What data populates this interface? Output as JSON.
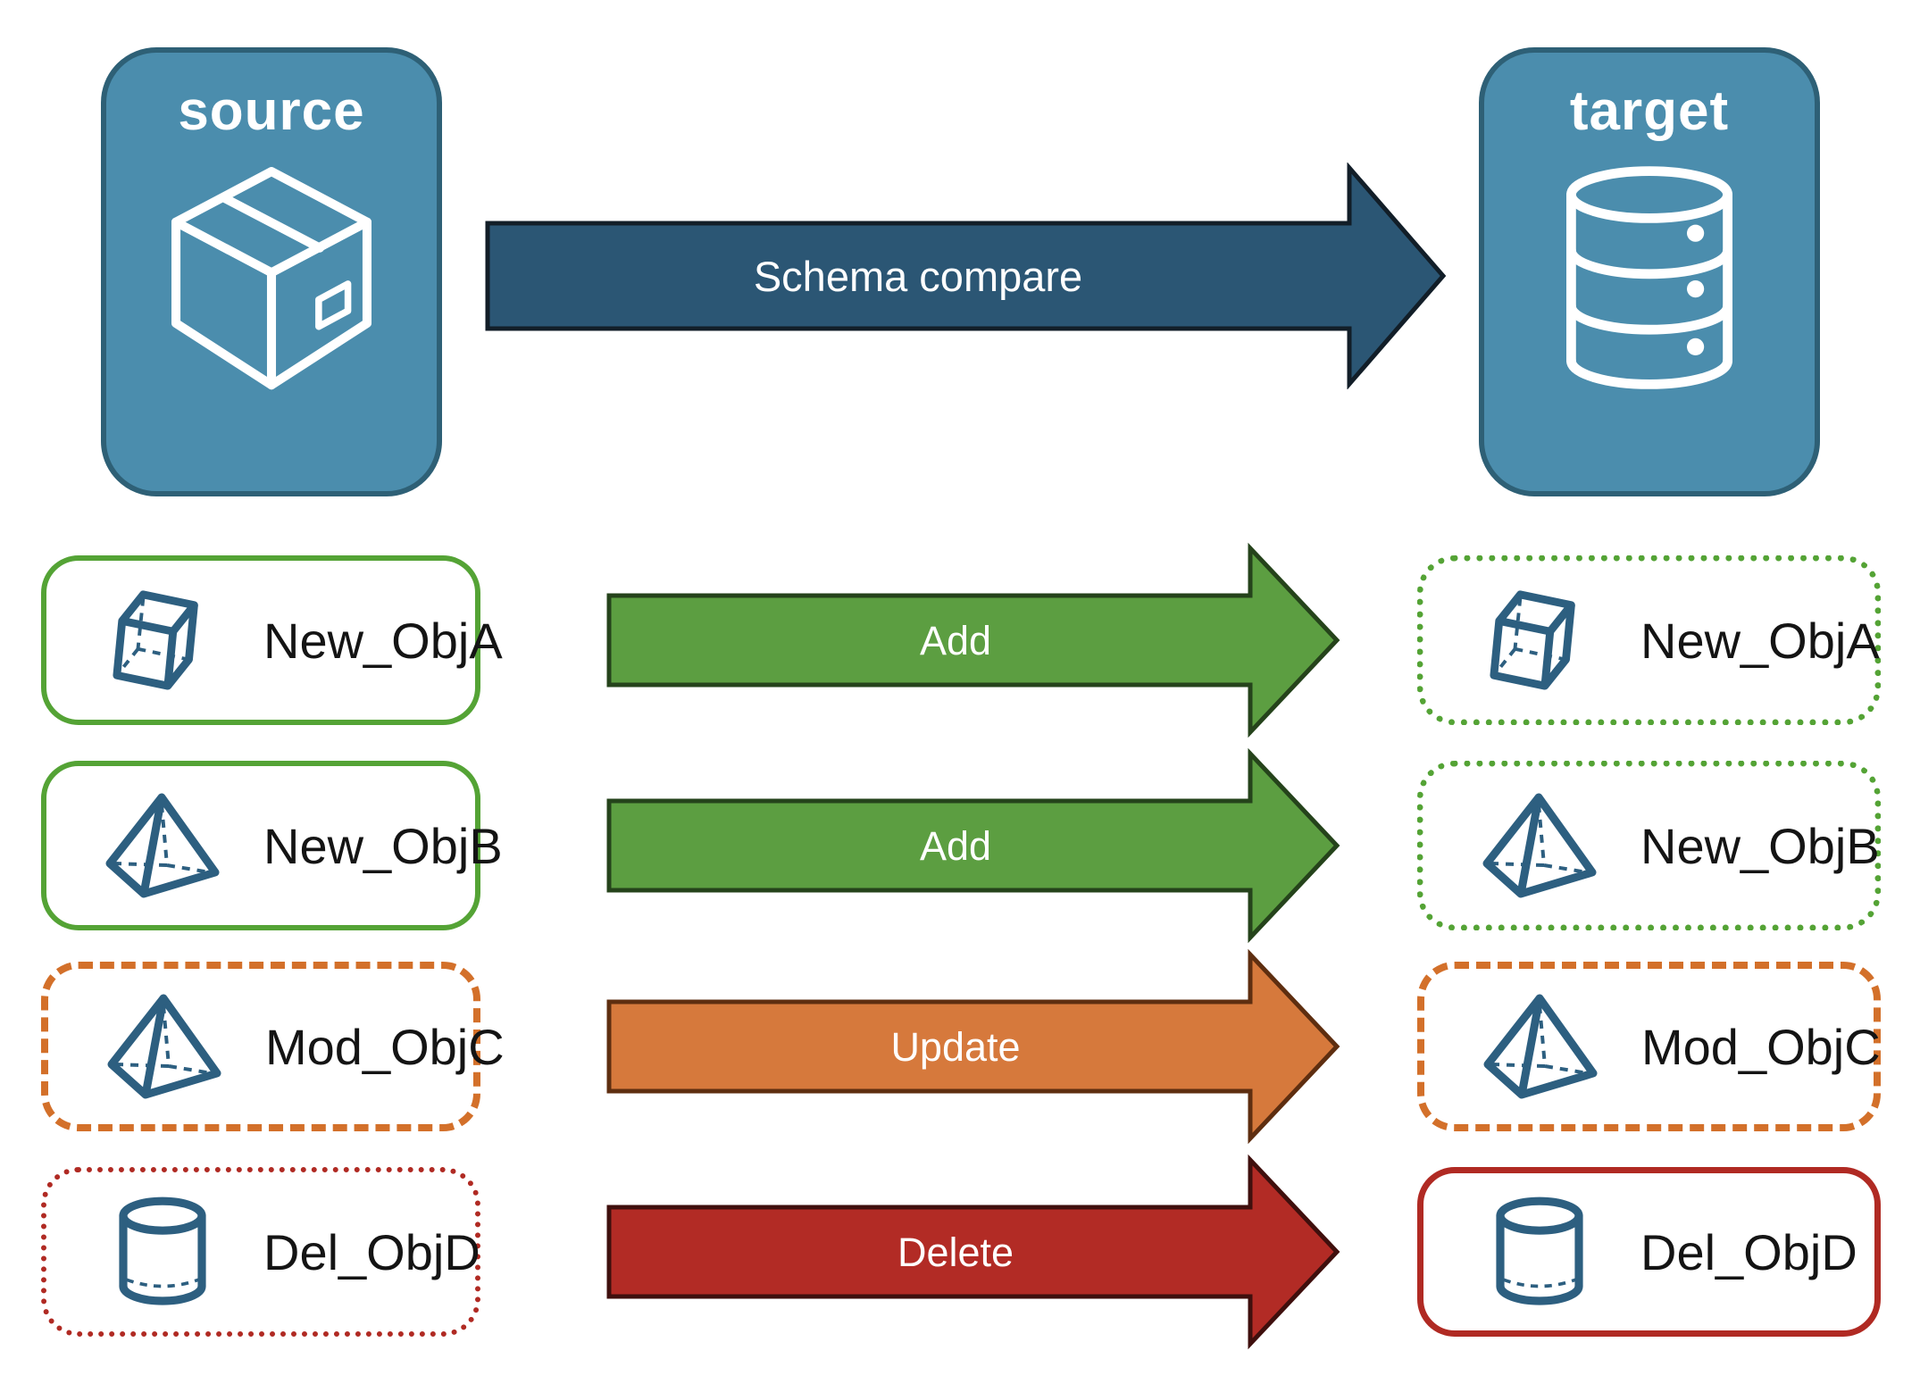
{
  "title": "Schema compare diagram",
  "header": {
    "source_label": "source",
    "target_label": "target",
    "arrow_label": "Schema compare",
    "source_icon": "package-box-icon",
    "target_icon": "database-icon"
  },
  "rows": [
    {
      "label": "New_ObjA",
      "action": "Add",
      "object_icon": "cube-icon",
      "source_style": "solid-green",
      "target_style": "dotted-green"
    },
    {
      "label": "New_ObjB",
      "action": "Add",
      "object_icon": "pyramid-icon",
      "source_style": "solid-green",
      "target_style": "dotted-green"
    },
    {
      "label": "Mod_ObjC",
      "action": "Update",
      "object_icon": "pyramid-icon",
      "source_style": "dashed-orange",
      "target_style": "dashed-orange"
    },
    {
      "label": "Del_ObjD",
      "action": "Delete",
      "object_icon": "cylinder-icon",
      "source_style": "dotted-red",
      "target_style": "solid-red"
    }
  ],
  "colors": {
    "blue-fill": "#4B8DAD",
    "blue-border": "#2E6076",
    "navy-arrow": "#2B5674",
    "navy-outline": "#121E28",
    "green-arrow": "#5C9E41",
    "green-outline": "#25431B",
    "green-border": "#54A335",
    "orange-arrow": "#D6793C",
    "orange-outline": "#5E2E10",
    "orange-border": "#D3702A",
    "red-arrow": "#B22B25",
    "red-outline": "#3F0F0D",
    "red-border": "#B02A23",
    "icon": "#2D5F80",
    "text": "#141414",
    "bg": "#FFFFFF"
  }
}
